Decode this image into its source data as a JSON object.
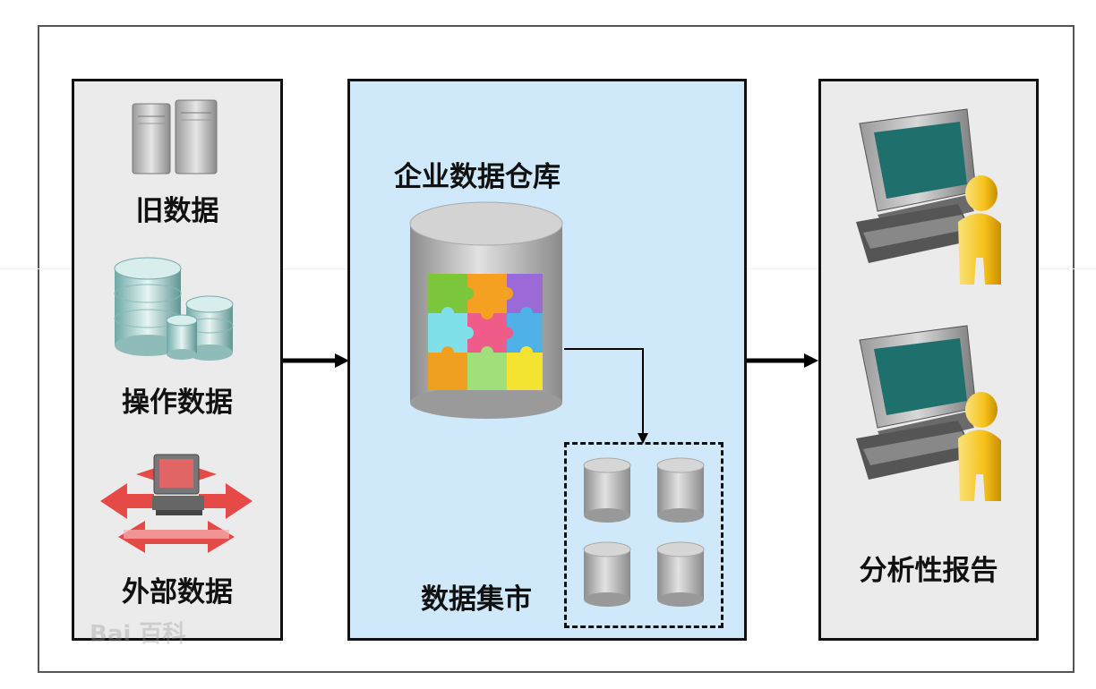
{
  "sources": {
    "legacy_label": "旧数据",
    "operational_label": "操作数据",
    "external_label": "外部数据"
  },
  "warehouse": {
    "title": "企业数据仓库",
    "marts_label": "数据集市"
  },
  "output": {
    "label": "分析性报告"
  },
  "watermark": "Bai 百科",
  "icons": [
    "server-icon",
    "database-icon",
    "external-network-icon",
    "data-warehouse-icon",
    "data-mart-icon",
    "workstation-user-icon"
  ],
  "colors": {
    "panel_gray": "#ebebeb",
    "panel_blue": "#cfe9fb",
    "external_red": "#e53935",
    "user_yellow": "#f6c21a",
    "screen_teal": "#1f6f6c"
  }
}
